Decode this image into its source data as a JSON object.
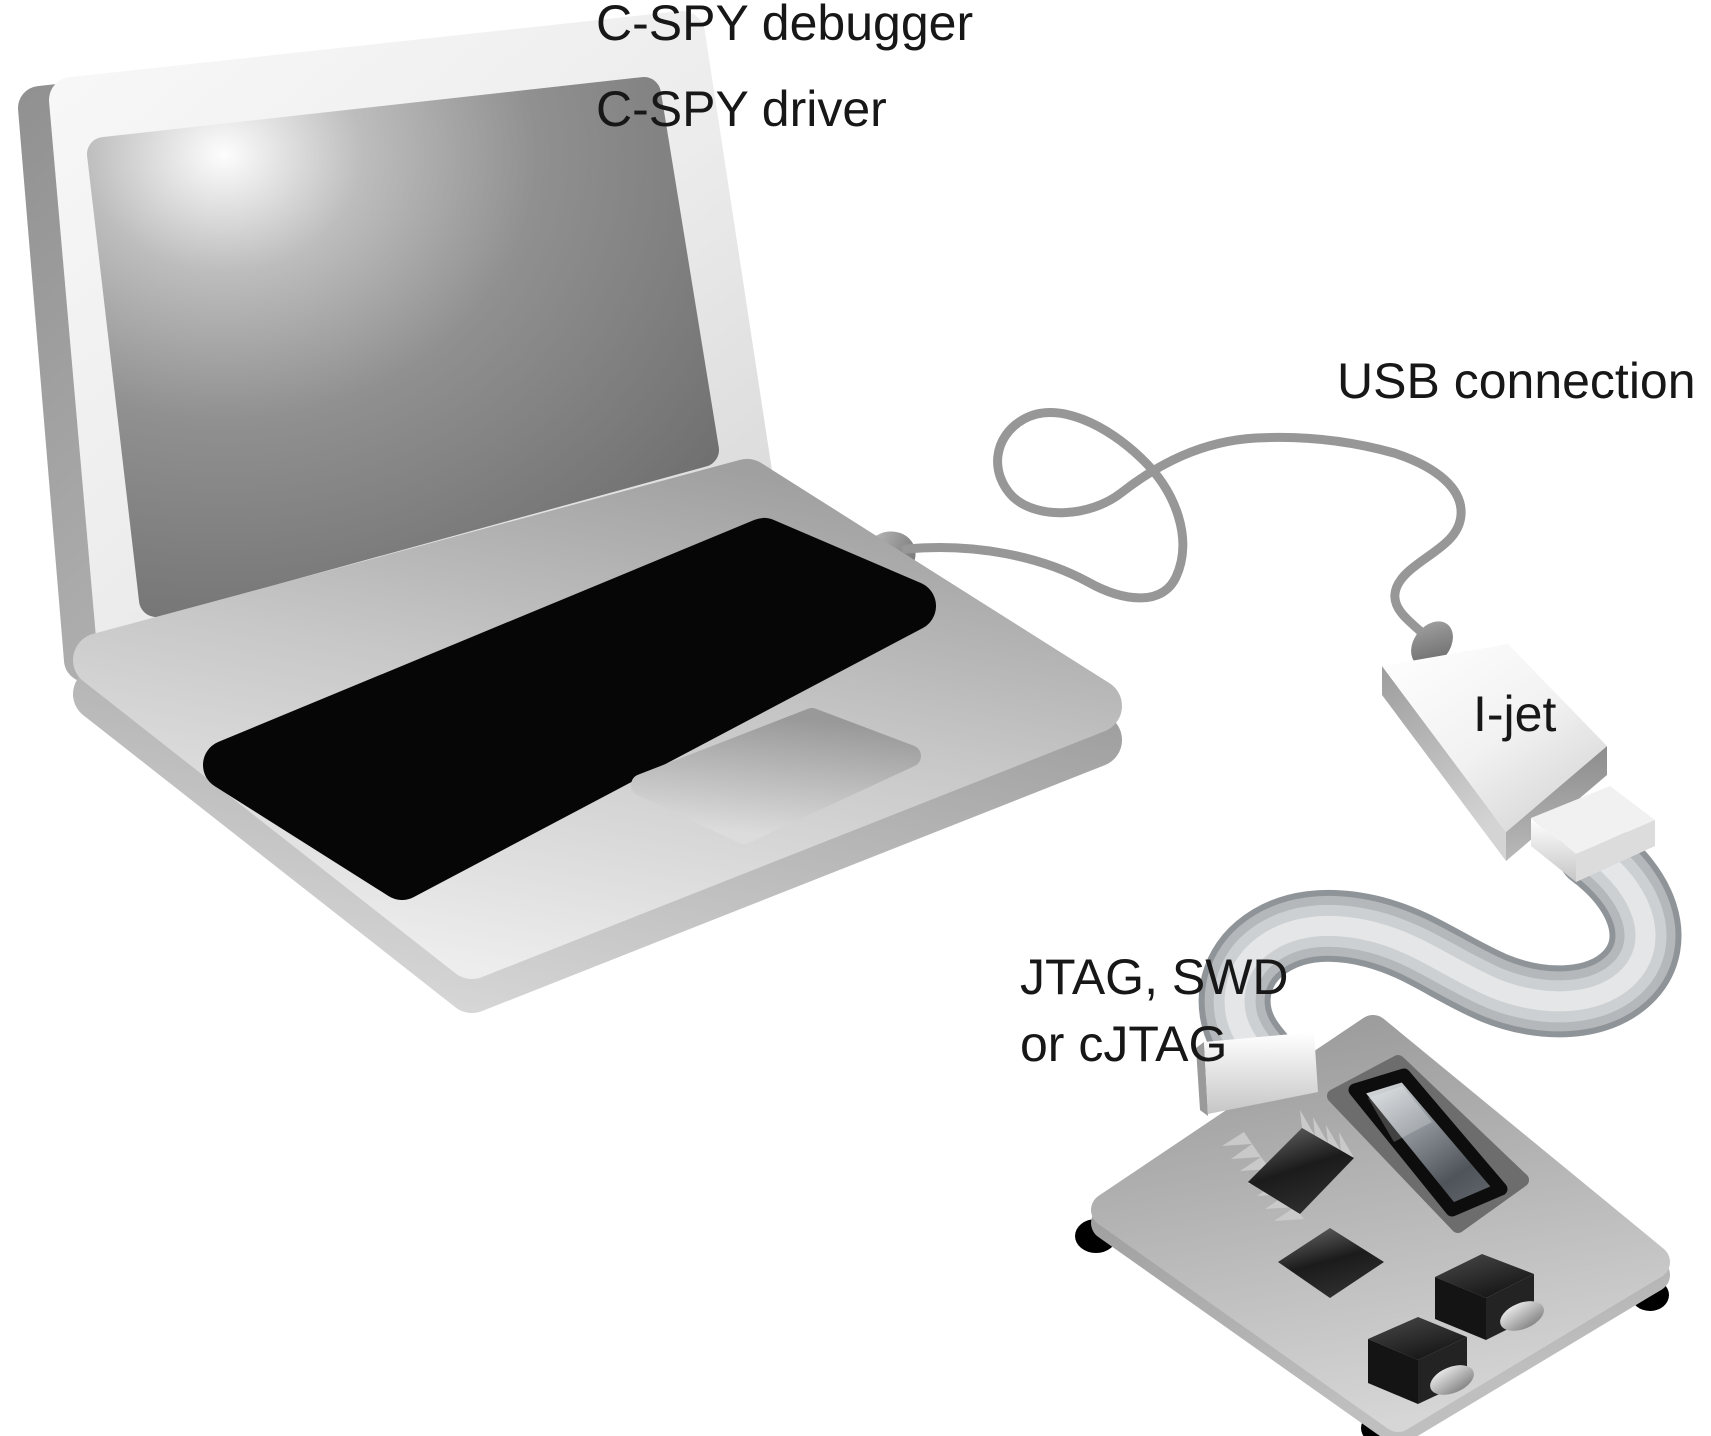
{
  "diagram": {
    "labels": {
      "cspy_debugger": "C-SPY debugger",
      "cspy_driver": "C-SPY driver",
      "usb_connection": "USB connection",
      "probe": "I-jet",
      "debug_if_line1": "JTAG, SWD",
      "debug_if_line2": "or cJTAG"
    },
    "colors": {
      "background": "#ffffff",
      "label_text": "#171717",
      "usb_cable": "#979797",
      "keyboard": "#060606",
      "laptop_body": "#c6c6c6",
      "ribbon_cable": "#b4b4b4",
      "board": "#b8b8b8"
    }
  }
}
